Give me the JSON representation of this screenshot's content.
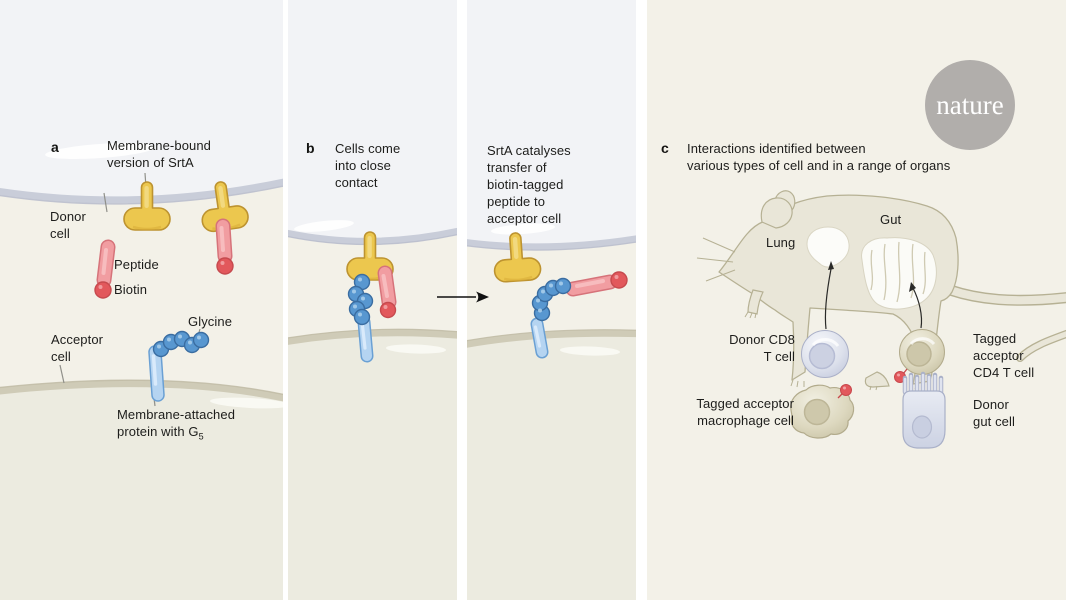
{
  "panel_a": {
    "letter": "a",
    "srta_label": [
      "Membrane-bound",
      "version of SrtA"
    ],
    "donor_cell": [
      "Donor",
      "cell"
    ],
    "peptide": "Peptide",
    "biotin": "Biotin",
    "acceptor_cell": [
      "Acceptor",
      "cell"
    ],
    "glycine": "Glycine",
    "membrane_attached_line1": "Membrane-attached",
    "membrane_attached_line2_pre": "protein with G",
    "membrane_attached_sub": "5"
  },
  "panel_b": {
    "letter": "b",
    "caption": [
      "Cells come",
      "into close",
      "contact"
    ]
  },
  "panel_b2": {
    "caption": [
      "SrtA catalyses",
      "transfer of",
      "biotin-tagged",
      "peptide to",
      "acceptor cell"
    ]
  },
  "panel_c": {
    "letter": "c",
    "caption": [
      "Interactions identified between",
      "various types of cell and in a range of organs"
    ],
    "organ_lung": "Lung",
    "organ_gut": "Gut",
    "donor_cd8": [
      "Donor CD8",
      "T cell"
    ],
    "tagged_cd4": [
      "Tagged",
      "acceptor",
      "CD4 T cell"
    ],
    "tagged_macrophage": [
      "Tagged acceptor",
      "macrophage cell"
    ],
    "donor_gut": [
      "Donor",
      "gut cell"
    ]
  },
  "logo": {
    "text": "nature"
  },
  "colors": {
    "background": "#f3f1e8",
    "panel_gap": "#ffffff",
    "srta_yellow": "#ecc74e",
    "srta_outline": "#bd9330",
    "peptide_pink": "#f19da1",
    "biotin_red": "#e2585c",
    "glycine_blue": "#5897d0",
    "protein_blue": "#b5d4f1",
    "donor_membrane": "#c9cdd9",
    "acceptor_membrane": "#cfcbb7",
    "mouse_body": "#e9e6d8",
    "mouse_outline": "#b6b194",
    "cd8_cell": "#d8dcea",
    "cd4_cell": "#d9d4ba",
    "gut_cell": "#ccd2e3",
    "logo_gray": "#b1aeab",
    "text": "#1d1d1b"
  }
}
